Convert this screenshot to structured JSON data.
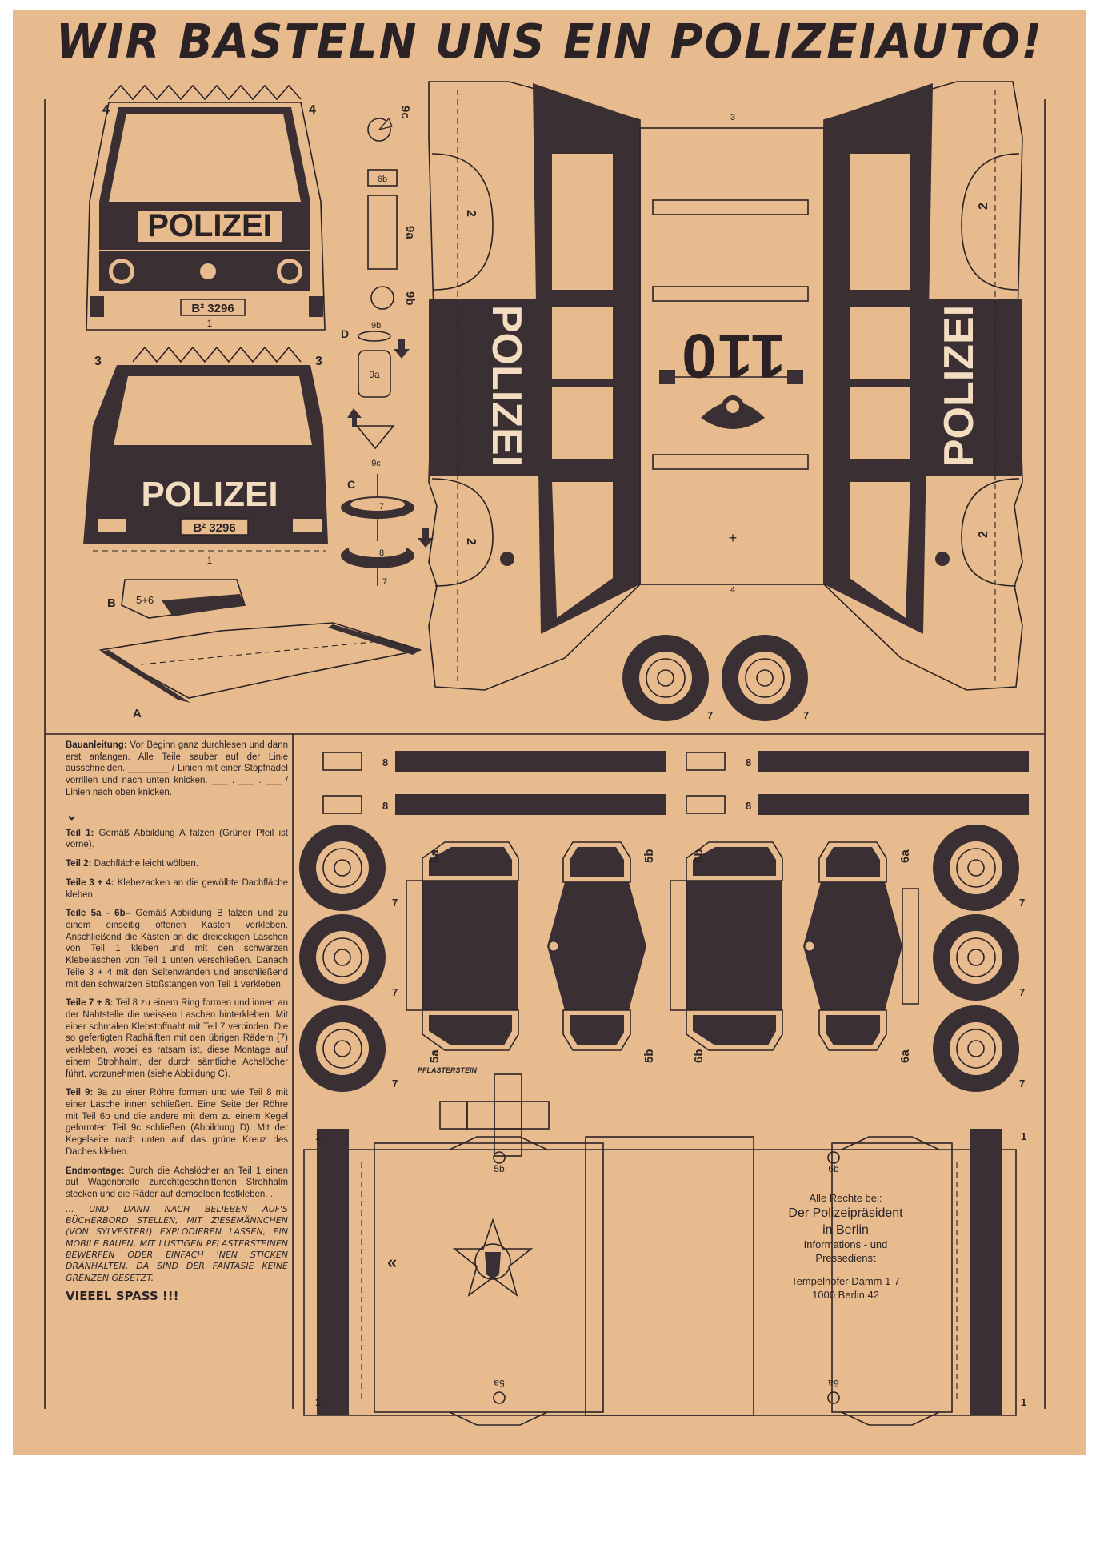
{
  "title": "WIR BASTELN UNS EIN POLIZEIAUTO!",
  "car": {
    "door_label": "POLIZEI",
    "emergency_number": "110",
    "plate_front": "B² 3296",
    "plate_rear": "B² 3296"
  },
  "part_labels": {
    "p1": "1",
    "p2": "2",
    "p3": "3",
    "p4": "4",
    "p5a": "5a",
    "p5b": "5b",
    "p6a": "6a",
    "p6b": "6b",
    "p7": "7",
    "p8": "8",
    "p9a": "9a",
    "p9b": "9b",
    "p9c": "9c",
    "step_a": "A",
    "step_b": "B",
    "step_c": "C",
    "step_d": "D",
    "box_b": "5+6",
    "stone": "PFLASTERSTEIN"
  },
  "instructions": {
    "intro_title": "Bauanleitung:",
    "intro_text": "Vor Beginn ganz durchlesen und dann erst anfangen. Alle Teile sauber auf der Linie ausschneiden. ________ / Linien mit einer Stopfnadel vorrillen und nach unten knicken. ___ . ___ . ___ / Linien nach oben knicken.",
    "arrow": "⌄",
    "t1_title": "Teil 1:",
    "t1_text": "Gemäß Abbildung A falzen (Grüner Pfeil ist vorne).",
    "t2_title": "Teil 2:",
    "t2_text": "Dachfläche leicht wölben.",
    "t34_title": "Teile 3 + 4:",
    "t34_text": "Klebezacken an die gewölbte Dachfläche kleben.",
    "t56_title": "Teile 5a - 6b–",
    "t56_text": "Gemäß Abbildung B falzen und zu einem einseitig offenen Kasten verkleben. Anschließend die Kästen an die dreieckigen Laschen von Teil 1 kleben und mit den schwarzen Klebelaschen von Teil 1 unten verschließen. Danach Teile 3 + 4 mit den Seitenwänden und anschließend mit den schwarzen Stoßstangen von Teil 1 verkleben.",
    "t78_title": "Teile 7 + 8:",
    "t78_text": "Teil 8 zu einem Ring formen und innen an der Nahtstelle die weissen Laschen hinterkleben. Mit einer schmalen Klebstoffnaht mit Teil 7 verbinden. Die so gefertigten Radhälften mit den übrigen Rädern (7) verkleben, wobei es ratsam ist, diese Montage auf einem Strohhalm, der durch sämtliche Achslöcher führt, vorzunehmen (siehe Abbildung C).",
    "t9_title": "Teil 9:",
    "t9_text": "9a zu einer Röhre formen und wie Teil 8 mit einer Lasche innen schließen. Eine Seite der Röhre mit Teil 6b und die andere mit dem zu einem Kegel geformten Teil 9c schließen (Abbildung D). Mit der Kegelseite nach unten auf das grüne Kreuz des Daches kleben.",
    "end_title": "Endmontage:",
    "end_text": "Durch die Achslöcher an Teil 1 einen auf Wagenbreite zurechtgeschnittenen Strohhalm stecken und die Räder auf demselben festkleben. ..",
    "fun_note": "... und dann nach belieben auf's Bücherbord stellen, mit Ziesemännchen (von Sylvester!) explodieren lassen, ein Mobile bauen, mit lustigen Pflastersteinen bewerfen oder einfach 'nen Sticken dranhalten. Da sind der Fantasie keine Grenzen gesetzt.",
    "fun_end": "VIEEEL SPASS !!!"
  },
  "rights": {
    "line1": "Alle Rechte bei:",
    "line2": "Der Polizeipräsident",
    "line3": "in Berlin",
    "line4": "Informations - und",
    "line5": "Pressedienst",
    "line6": "Tempelhofer Damm 1-7",
    "line7": "1000 Berlin 42"
  },
  "colors": {
    "paper": "#e8bb8e",
    "ink": "#3a2f33"
  }
}
